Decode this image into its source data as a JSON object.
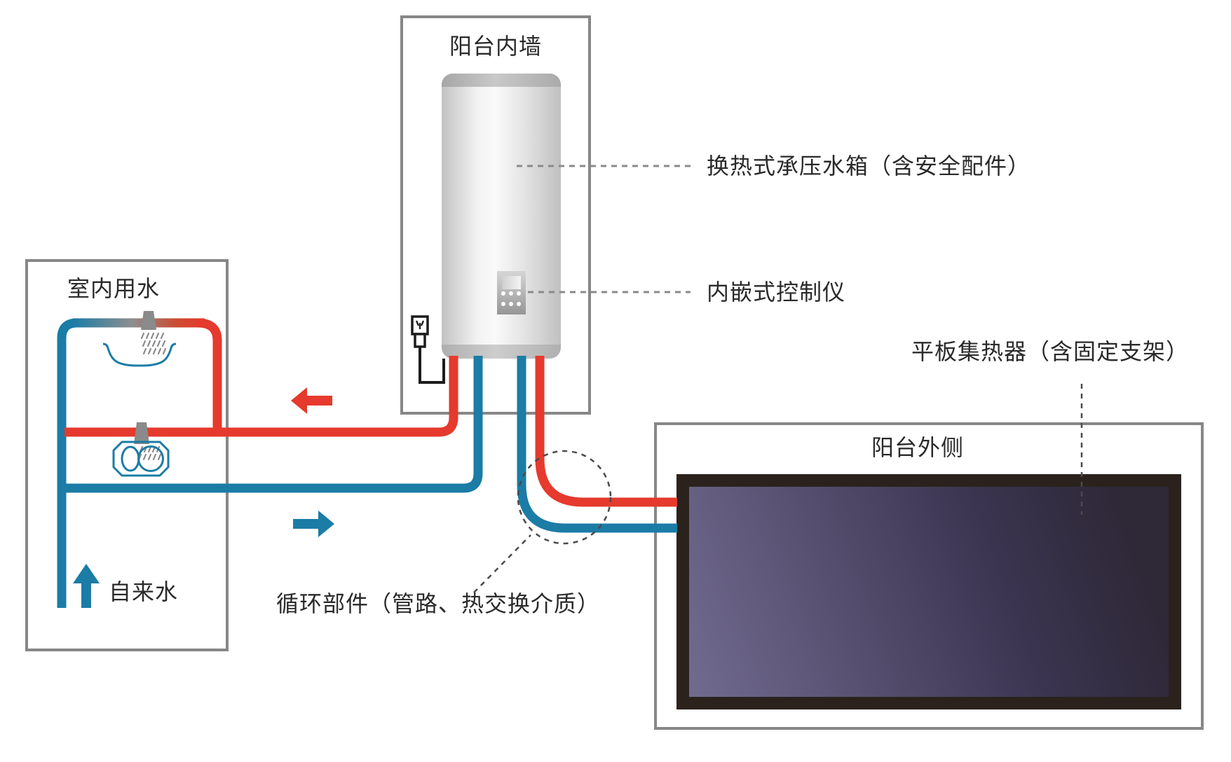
{
  "labels": {
    "inner_wall": "阳台内墙",
    "tank": "换热式承压水箱（含安全配件）",
    "controller": "内嵌式控制仪",
    "indoor_water": "室内用水",
    "tap_water": "自来水",
    "collector": "平板集热器（含固定支架）",
    "outer_balcony": "阳台外侧",
    "circulation": "循环部件（管路、热交换介质）"
  },
  "icons": {
    "plug": "power-plug-icon",
    "shower": "shower-head-icon",
    "faucet": "faucet-icon",
    "basin": "wash-basin-icon",
    "sink": "double-sink-icon",
    "hot_arrow": "hot-flow-left-arrow-icon",
    "cold_arrow": "cold-flow-right-arrow-icon",
    "tap_arrow": "tap-water-up-arrow-icon"
  },
  "colors": {
    "hot": "#e53a2d",
    "cold": "#1b7ca6",
    "mix_mid": "#8e8e8e",
    "box_border": "#878787",
    "leader_gray": "#8a8a8a",
    "leader_dark": "#4a4a4a",
    "collector_frame": "#2b221e",
    "panel_light": "#716b90",
    "panel_dark": "#2e2837",
    "wire": "#1c1c1c",
    "fixture_gray": "#8a8a8a",
    "text": "#2a2a2a"
  }
}
